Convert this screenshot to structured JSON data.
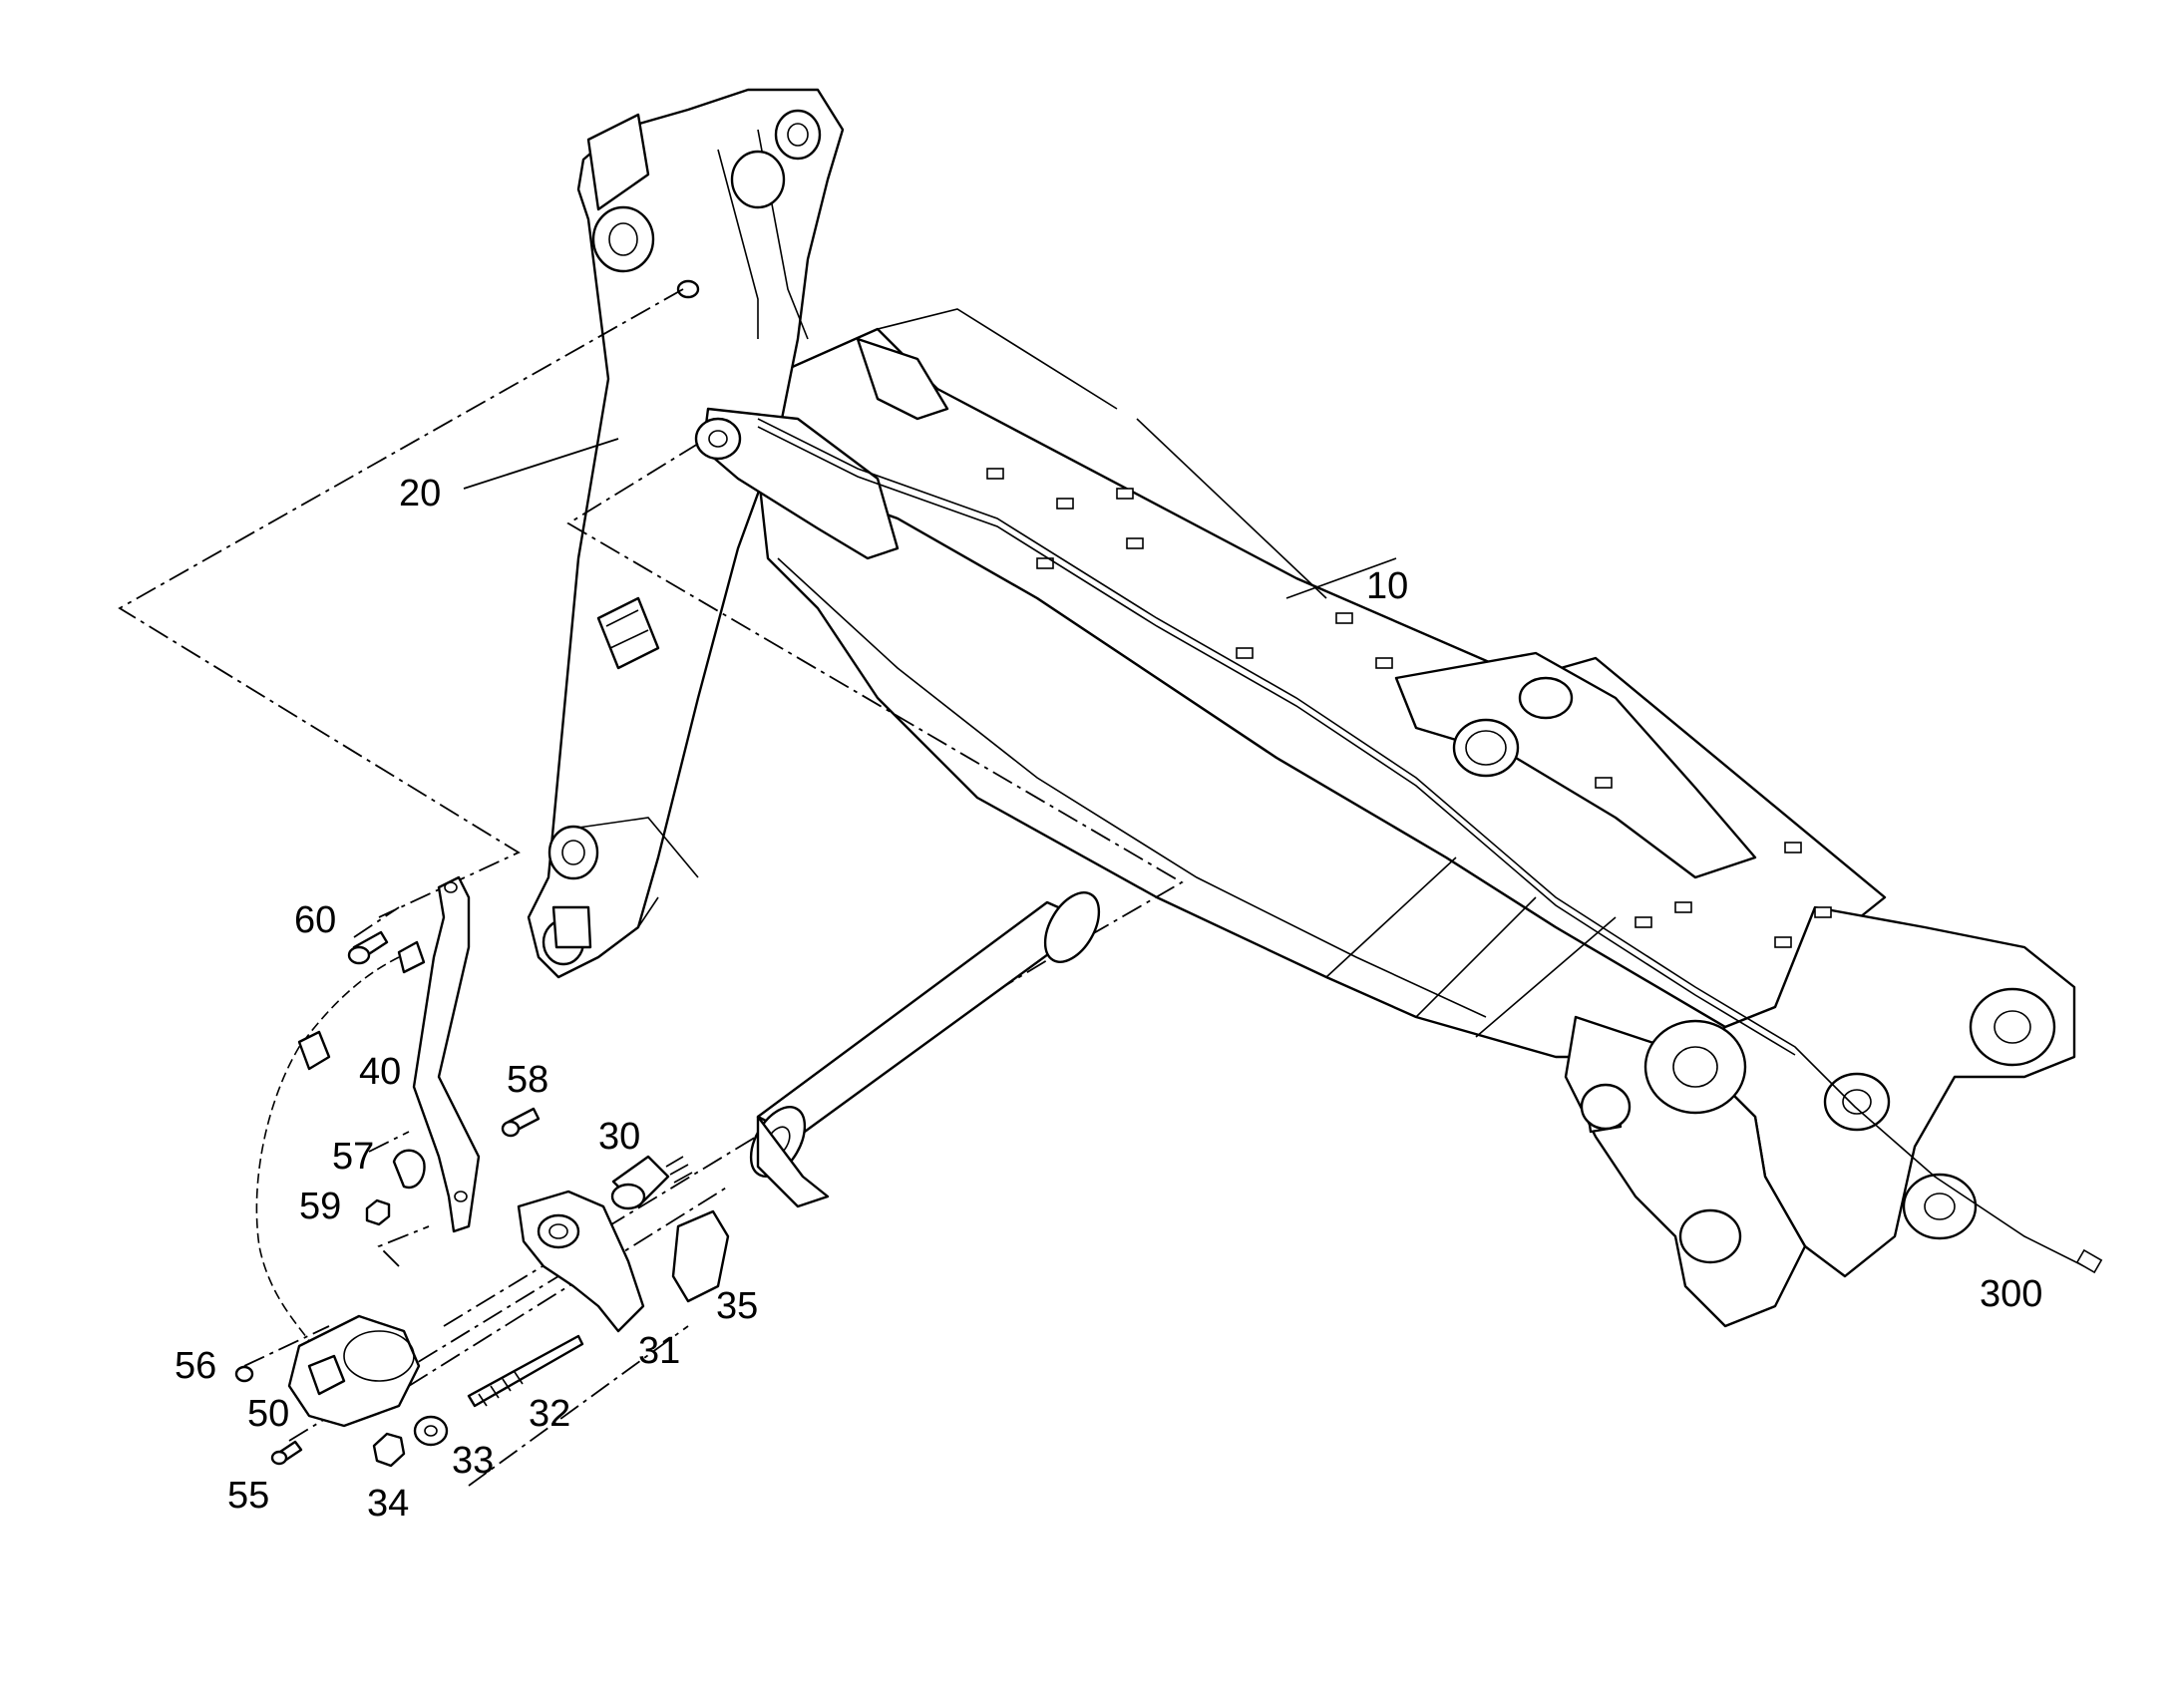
{
  "labels": {
    "p10": "10",
    "p20": "20",
    "p30": "30",
    "p31": "31",
    "p32": "32",
    "p33": "33",
    "p34": "34",
    "p35": "35",
    "p40": "40",
    "p50": "50",
    "p55": "55",
    "p56": "56",
    "p57": "57",
    "p58": "58",
    "p59": "59",
    "p60": "60",
    "p300": "300"
  }
}
